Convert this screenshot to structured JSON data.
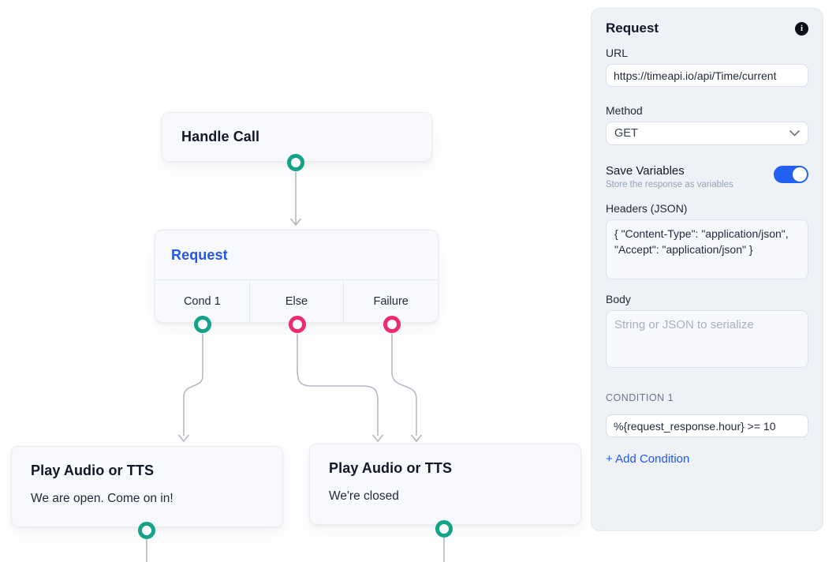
{
  "canvas": {
    "nodes": {
      "handle_call": {
        "title": "Handle Call"
      },
      "request": {
        "title": "Request",
        "branches": [
          "Cond 1",
          "Else",
          "Failure"
        ]
      },
      "play_open": {
        "title": "Play Audio or TTS",
        "subtitle": "We are open. Come on in!"
      },
      "play_closed": {
        "title": "Play Audio or TTS",
        "subtitle": "We're closed"
      }
    }
  },
  "panel": {
    "title": "Request",
    "info_icon": "i",
    "url": {
      "label": "URL",
      "value": "https://timeapi.io/api/Time/current"
    },
    "method": {
      "label": "Method",
      "value": "GET"
    },
    "save_variables": {
      "label": "Save Variables",
      "hint": "Store the response as variables",
      "enabled": "on"
    },
    "headers": {
      "label": "Headers (JSON)",
      "value": "{ \"Content-Type\": \"application/json\", \"Accept\": \"application/json\" }"
    },
    "body_field": {
      "label": "Body",
      "placeholder": "String or JSON to serialize",
      "value": ""
    },
    "condition": {
      "label": "CONDITION 1",
      "value": "%{request_response.hour} >= 10"
    },
    "add_condition_label": "+ Add Condition"
  },
  "colors": {
    "port_success": "#14a38a",
    "port_failure": "#ee2b6c",
    "edge": "#b2b9c5",
    "accent_blue": "#2457ee",
    "toggle_on": "#2160f0",
    "node_bg": "#f7f9fc",
    "panel_bg": "#eef2f7"
  }
}
